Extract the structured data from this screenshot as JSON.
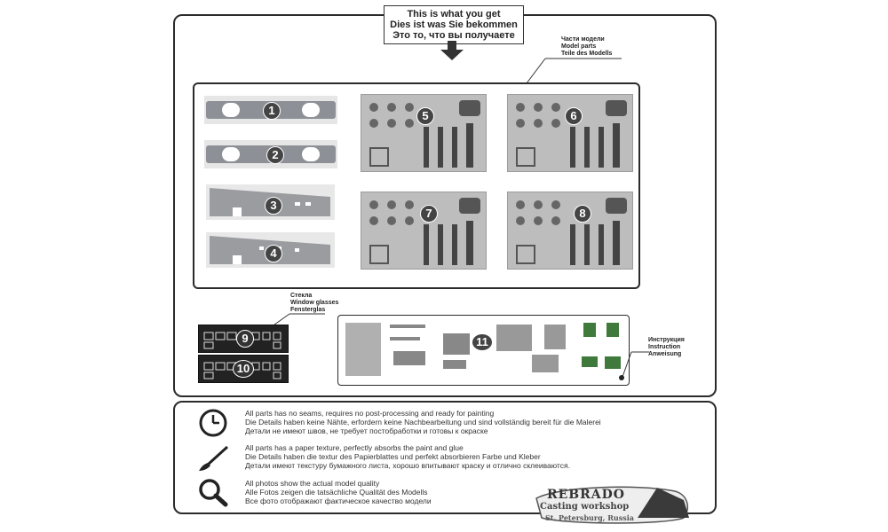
{
  "header": {
    "lines": [
      "This is what you get",
      "Dies ist was Sie bekommen",
      "Это то, что вы получаете"
    ]
  },
  "callouts": {
    "model_parts": [
      "Части модели",
      "Model parts",
      "Teile des Modells"
    ],
    "window_glasses": [
      "Стекла",
      "Window glasses",
      "Fensterglas"
    ],
    "instruction": [
      "Инструкция",
      "Instruction",
      "Anweisung"
    ]
  },
  "parts": [
    "1",
    "2",
    "3",
    "4",
    "5",
    "6",
    "7",
    "8",
    "9",
    "10",
    "11"
  ],
  "features": [
    {
      "icon": "clock-icon",
      "lines": [
        "All parts has no seams, requires no post-processing and ready for painting",
        "Die Details haben keine Nähte, erfordern keine Nachbearbeitung und sind vollständig bereit für die Malerei",
        "Детали не имеют швов, не требует постобработки и готовы к окраске"
      ]
    },
    {
      "icon": "brush-icon",
      "lines": [
        "All parts has a paper texture, perfectly absorbs the paint and glue",
        "Die Details haben die textur des Papierblattes und perfekt absorbieren Farbe und Kleber",
        "Детали имеют текстуру бумажного листа, хорошо впитывают краску и отлично склеиваются."
      ]
    },
    {
      "icon": "magnifier-icon",
      "lines": [
        "All photos show the actual model quality",
        "Alle Fotos zeigen die tatsächliche Qualität des Modells",
        "Все фото отображают фактическое качество модели"
      ]
    }
  ],
  "logo": {
    "name": "REBRADO",
    "subtitle": "Casting workshop",
    "location": "St. Petersburg, Russia"
  }
}
